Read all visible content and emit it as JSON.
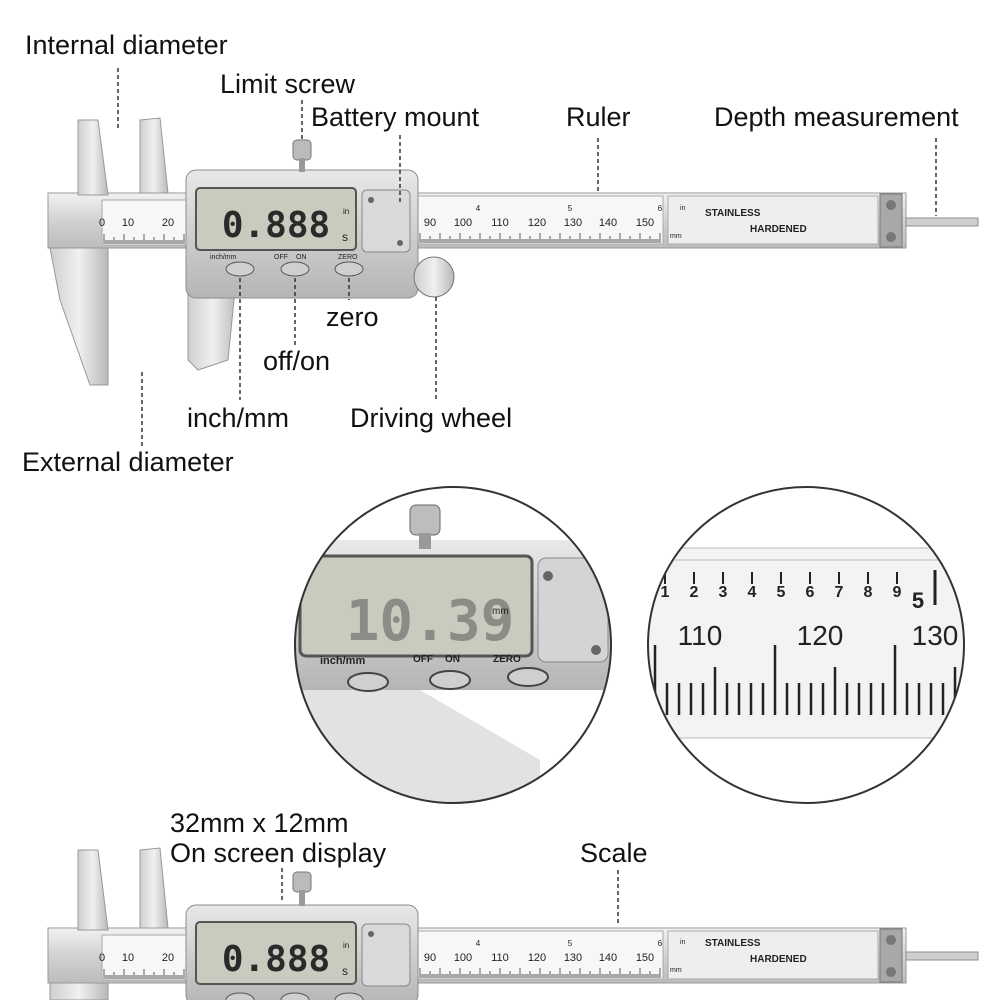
{
  "labels": {
    "internal_diameter": "Internal diameter",
    "limit_screw": "Limit screw",
    "battery_mount": "Battery mount",
    "ruler": "Ruler",
    "depth_measurement": "Depth measurement",
    "zero": "zero",
    "off_on": "off/on",
    "inch_mm": "inch/mm",
    "driving_wheel": "Driving wheel",
    "external_diameter": "External diameter",
    "display_size": "32mm x 12mm",
    "on_screen_display": "On screen display",
    "scale": "Scale"
  },
  "caliper": {
    "display_value": "0.888",
    "unit_in": "in",
    "unit_s": "s",
    "btn_inch_mm": "inch/mm",
    "btn_off": "OFF",
    "btn_on": "ON",
    "btn_zero": "ZERO",
    "stainless": "STAINLESS",
    "hardened": "HARDENED",
    "unit_in_scale": "in",
    "unit_mm_scale": "mm",
    "mm_numbers_left": [
      "0",
      "10",
      "20"
    ],
    "mm_numbers_right": [
      "90",
      "100",
      "110",
      "120",
      "130",
      "140",
      "150"
    ],
    "inch_numbers": [
      "4",
      "5",
      "6"
    ]
  },
  "zoom_display": {
    "value": "10.39",
    "unit": "mm",
    "btn_inch_mm": "inch/mm",
    "btn_off": "OFF",
    "btn_on": "ON",
    "btn_zero": "ZERO"
  },
  "zoom_scale": {
    "inch_ticks": [
      "1",
      "2",
      "3",
      "4",
      "5",
      "6",
      "7",
      "8",
      "9"
    ],
    "inch_major": "5",
    "mm_numbers": [
      "110",
      "120",
      "130"
    ]
  },
  "colors": {
    "steel": "#d9d9d9",
    "steel_dark": "#9a9a9a",
    "lcd": "#c9cbbf",
    "frame": "#bdbdbd"
  }
}
